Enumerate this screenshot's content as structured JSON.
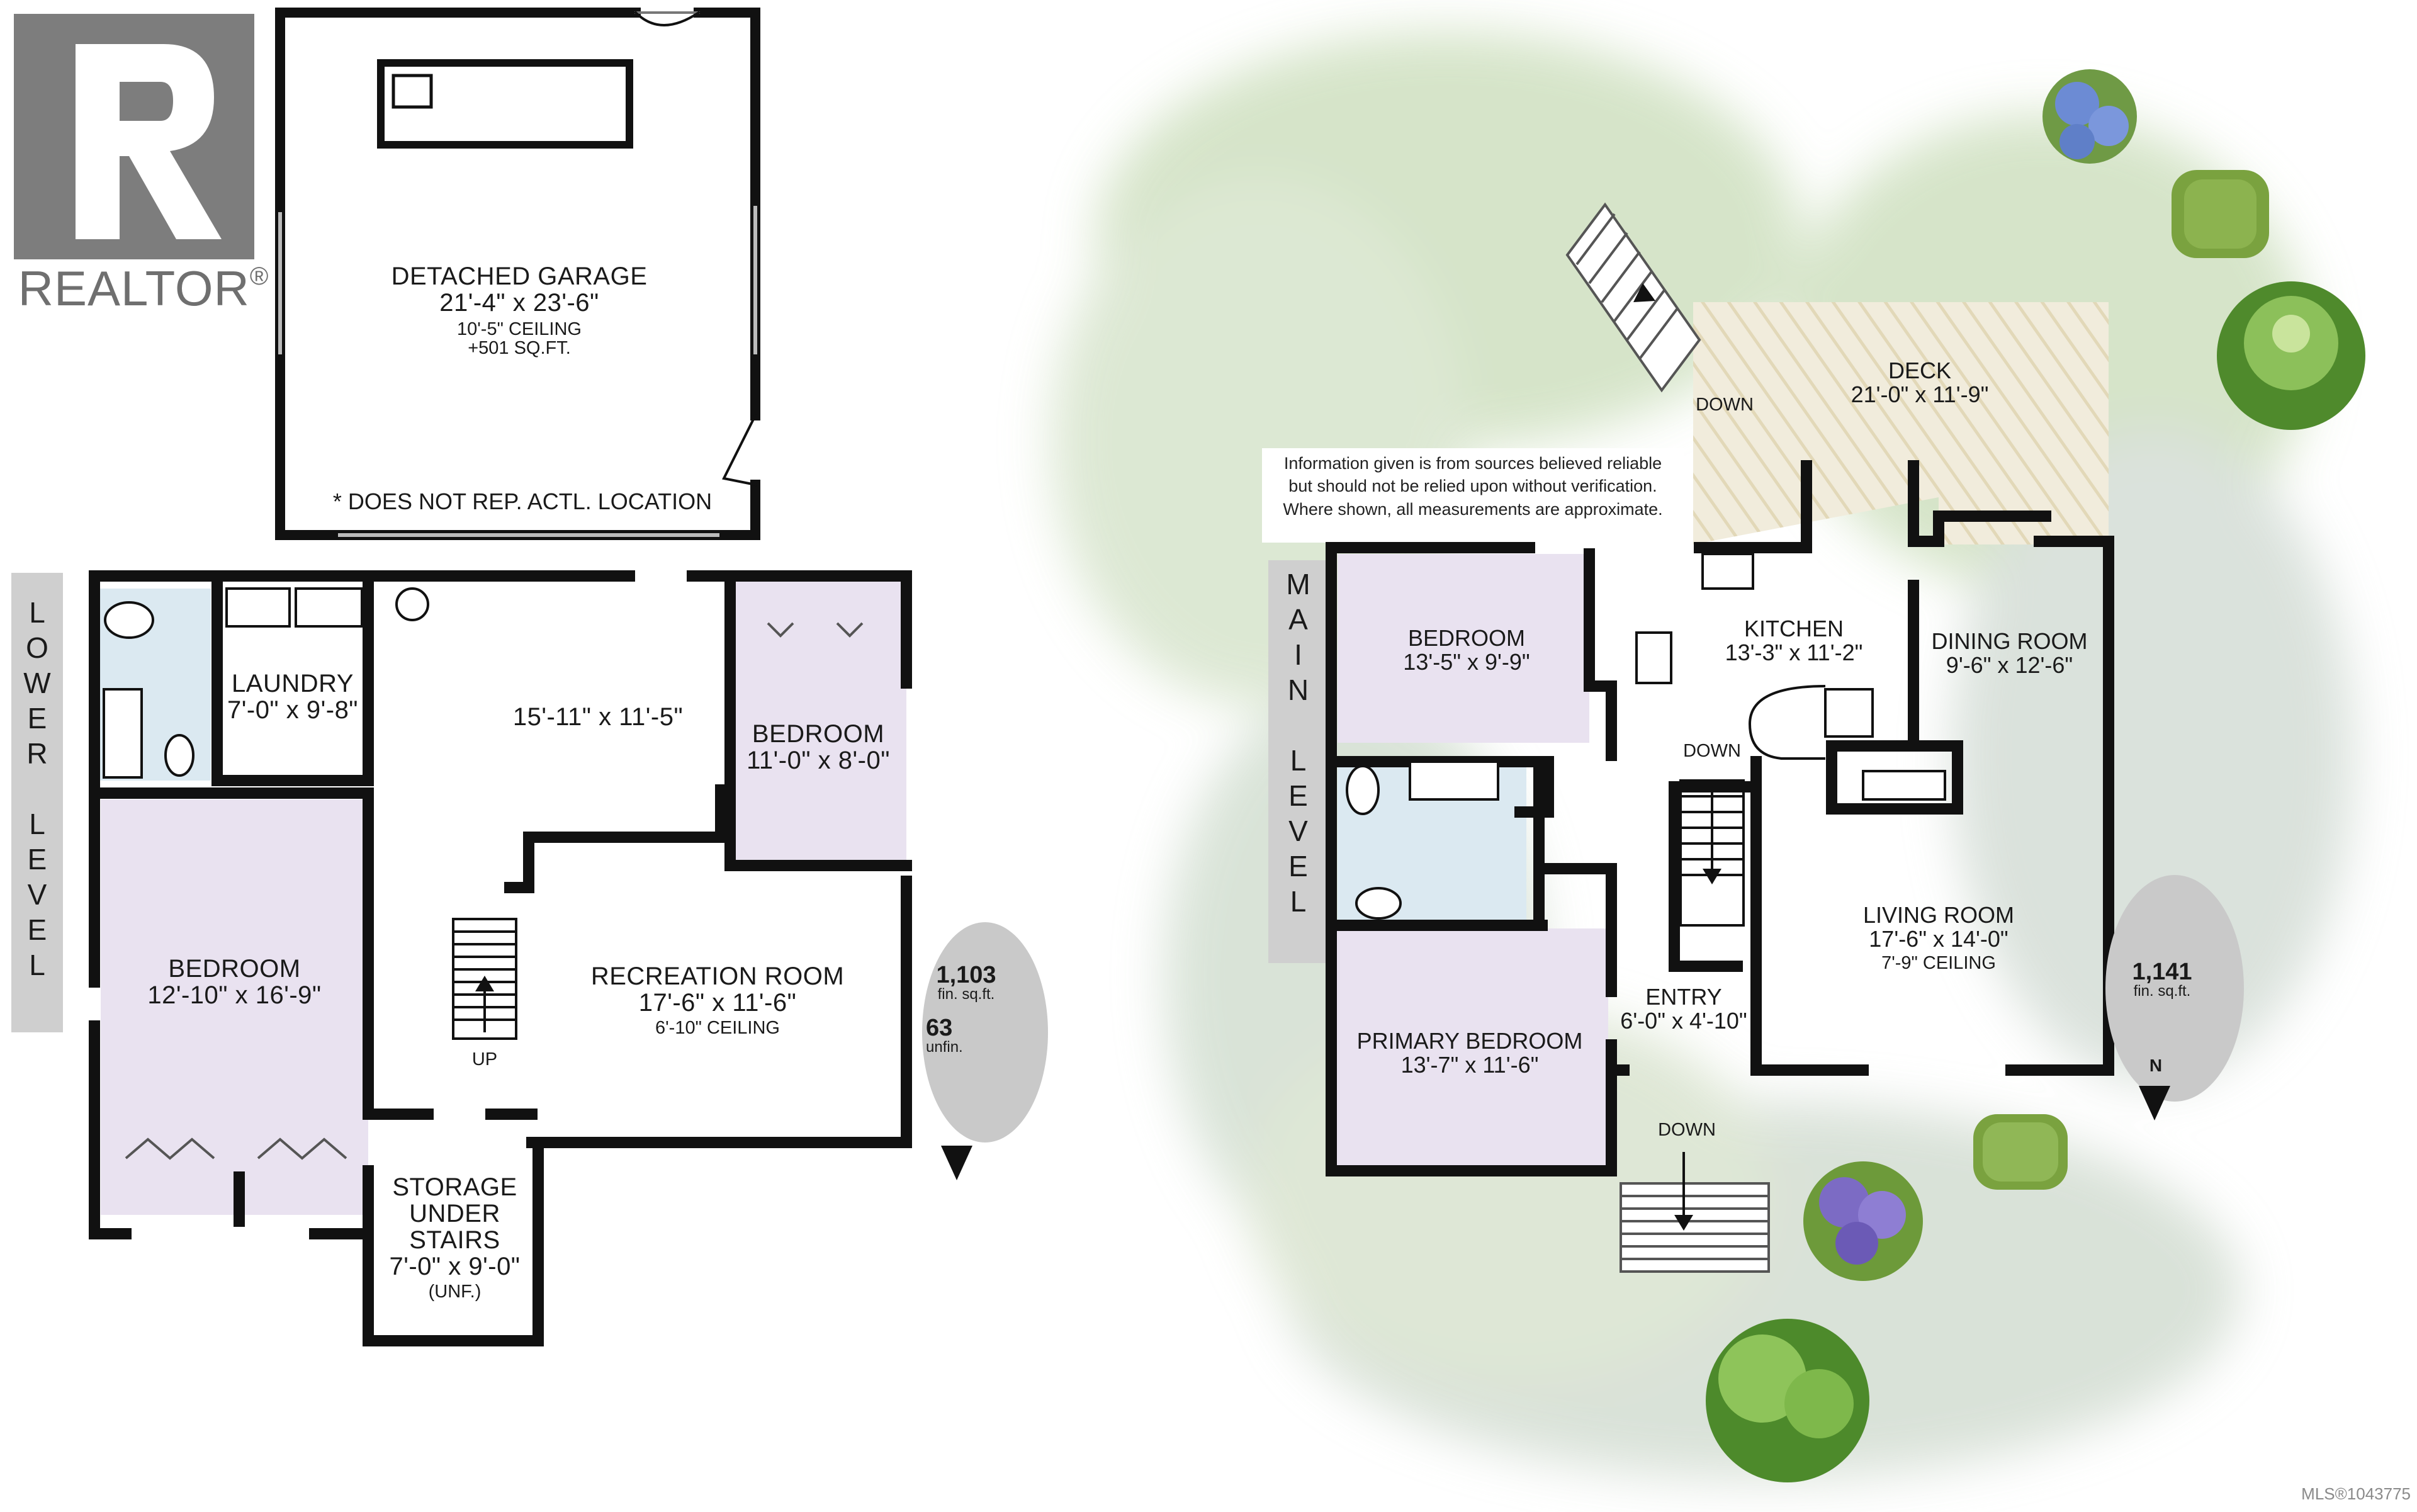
{
  "logo": {
    "name": "REALTOR",
    "reg": "®"
  },
  "garage": {
    "name": "DETACHED GARAGE",
    "dims": "21'-4\" x 23'-6\"",
    "ceiling": "10'-5\" CEILING",
    "area": "+501 SQ.FT.",
    "note": "* DOES NOT REP. ACTL. LOCATION"
  },
  "lower": {
    "level_label": [
      "L",
      "O",
      "W",
      "E",
      "R",
      "",
      "L",
      "E",
      "V",
      "E",
      "L"
    ],
    "laundry": {
      "name": "LAUNDRY",
      "dims": "7'-0\" x 9'-8\""
    },
    "hall": {
      "dims": "15'-11\" x 11'-5\""
    },
    "bedroom_small": {
      "name": "BEDROOM",
      "dims": "11'-0\" x 8'-0\""
    },
    "bedroom_large": {
      "name": "BEDROOM",
      "dims": "12'-10\" x 16'-9\""
    },
    "recreation": {
      "name": "RECREATION ROOM",
      "dims": "17'-6\" x 11'-6\"",
      "ceiling": "6'-10\" CEILING"
    },
    "storage": {
      "name1": "STORAGE",
      "name2": "UNDER",
      "name3": "STAIRS",
      "dims": "7'-0\" x 9'-0\"",
      "unf": "(UNF.)"
    },
    "stair": "UP",
    "badge": {
      "finished": "1,103",
      "fin_label": "fin. sq.ft.",
      "unfinished": "63",
      "unf_label": "unfin."
    }
  },
  "main": {
    "level_label": [
      "M",
      "A",
      "I",
      "N",
      "",
      "L",
      "E",
      "V",
      "E",
      "L"
    ],
    "disclaimer": [
      "Information given is from sources believed reliable",
      "but should not be relied upon without verification.",
      "Where shown, all measurements are approximate."
    ],
    "deck": {
      "name": "DECK",
      "dims": "21'-0\" x 11'-9\""
    },
    "deck_stair": "DOWN",
    "bedroom": {
      "name": "BEDROOM",
      "dims": "13'-5\" x 9'-9\""
    },
    "kitchen": {
      "name": "KITCHEN",
      "dims": "13'-3\" x 11'-2\""
    },
    "dining": {
      "name": "DINING ROOM",
      "dims": "9'-6\" x 12'-6\""
    },
    "living": {
      "name": "LIVING ROOM",
      "dims": "17'-6\" x 14'-0\"",
      "ceiling": "7'-9\" CEILING"
    },
    "primary": {
      "name": "PRIMARY BEDROOM",
      "dims": "13'-7\" x 11'-6\""
    },
    "entry": {
      "name": "ENTRY",
      "dims": "6'-0\" x 4'-10\""
    },
    "inner_stair": "DOWN",
    "front_stair": "DOWN",
    "badge": {
      "finished": "1,141",
      "fin_label": "fin. sq.ft."
    },
    "north": "N"
  },
  "mls": "MLS®1043775",
  "colors": {
    "wall": "#111111",
    "bedroom_fill": "#e9e2f0",
    "bath_fill": "#dbe9f1",
    "deck_fill": "#efe9d6",
    "badge_fill": "#c9c9c9",
    "level_tab": "#cfcfcf",
    "landscape_wash": "#c9d9b9",
    "bush_green": "#6d9a3a",
    "bush_purple": "#7c6bc4"
  }
}
